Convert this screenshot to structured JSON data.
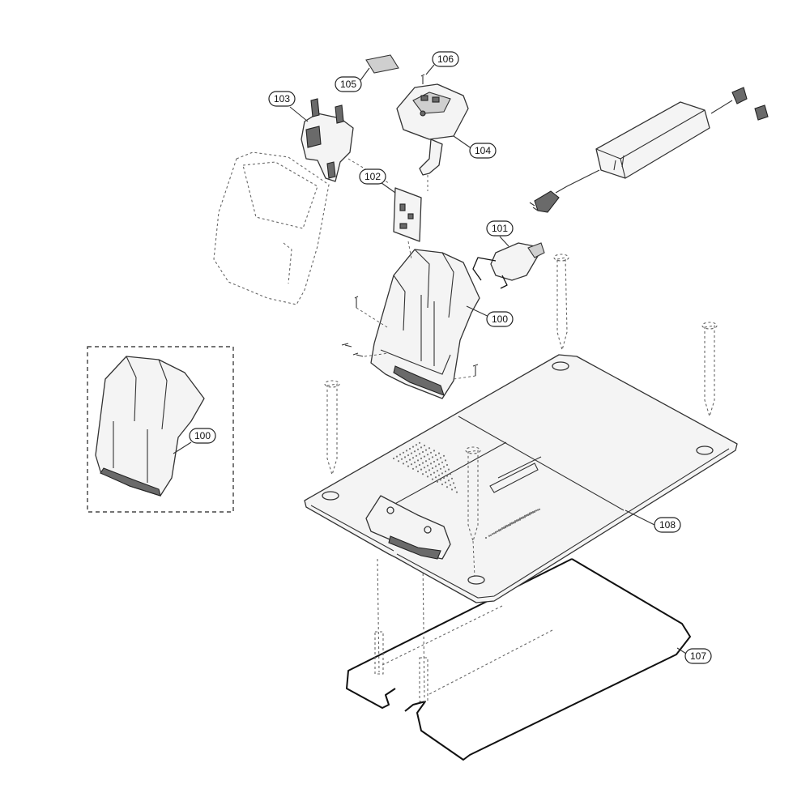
{
  "callouts": [
    {
      "id": "label-101",
      "text": "101"
    },
    {
      "id": "label-102",
      "text": "102"
    },
    {
      "id": "label-103",
      "text": "103"
    },
    {
      "id": "label-104",
      "text": "104"
    },
    {
      "id": "label-105",
      "text": "105"
    },
    {
      "id": "label-106",
      "text": "106"
    },
    {
      "id": "label-100-main",
      "text": "100"
    },
    {
      "id": "label-100-inset",
      "text": "100"
    },
    {
      "id": "label-107",
      "text": "107"
    },
    {
      "id": "label-108",
      "text": "108"
    }
  ]
}
